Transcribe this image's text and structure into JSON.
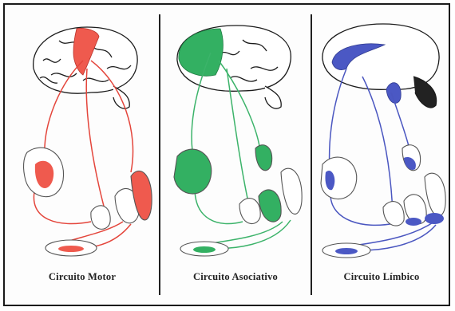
{
  "panels": [
    {
      "caption": "Circuito Motor",
      "color": "#e4453b",
      "fill": "#ef5a4e"
    },
    {
      "caption": "Circuito Asociativo",
      "color": "#3cb36a",
      "fill": "#33b062"
    },
    {
      "caption": "Circuito Límbico",
      "color": "#4a56c0",
      "fill": "#4b58c4"
    }
  ],
  "brain_outline_color": "#1b1b1b"
}
